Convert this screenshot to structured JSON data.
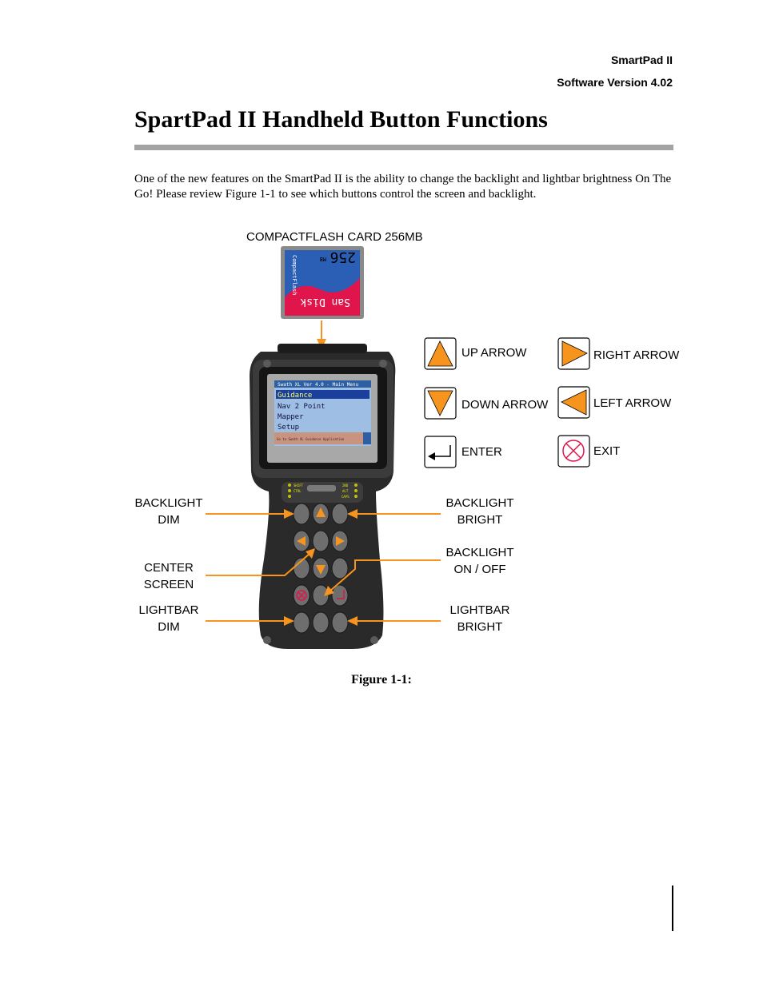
{
  "header": {
    "product": "SmartPad II",
    "version": "Software Version 4.02"
  },
  "title": "SpartPad II Handheld Button Functions",
  "intro": "One of the new features on the SmartPad II is the ability to change the backlight and lightbar brightness On The Go! Please review Figure 1-1 to see which buttons control the screen and backlight.",
  "figure": {
    "card_label": "COMPACTFLASH CARD  256MB",
    "card": {
      "capacity": "256",
      "unit": "MB",
      "side_text": "CompactFlash",
      "brand": "San Disk"
    },
    "screen": {
      "title_bar": "Swath XL Ver 4.0 - Main Menu",
      "menu": [
        "Guidance",
        "Nav 2 Point",
        "Mapper",
        "Setup"
      ],
      "selected": "Guidance",
      "status": "Go to Swath XL Guidance Application"
    },
    "mode_keys": {
      "left": [
        "SHIFT",
        "CTRL"
      ],
      "right": [
        "2ND",
        "ALT",
        "CAPS"
      ]
    },
    "legend": {
      "up": "UP ARROW",
      "down": "DOWN ARROW",
      "enter": "ENTER",
      "right": "RIGHT ARROW",
      "left": "LEFT ARROW",
      "exit": "EXIT"
    },
    "callouts": {
      "backlight_dim": [
        "BACKLIGHT",
        "DIM"
      ],
      "backlight_bright": [
        "BACKLIGHT",
        "BRIGHT"
      ],
      "center_screen": [
        "CENTER",
        "SCREEN"
      ],
      "backlight_onoff": [
        "BACKLIGHT",
        "ON / OFF"
      ],
      "lightbar_dim": [
        "LIGHTBAR",
        "DIM"
      ],
      "lightbar_bright": [
        "LIGHTBAR",
        "BRIGHT"
      ]
    },
    "caption": "Figure 1-1:"
  },
  "colors": {
    "accent_orange": "#f7941d",
    "rule_gray": "#a3a3a3",
    "card_blue": "#2b5fb5",
    "card_red": "#e0154b",
    "device_body": "#2a2a2a"
  }
}
